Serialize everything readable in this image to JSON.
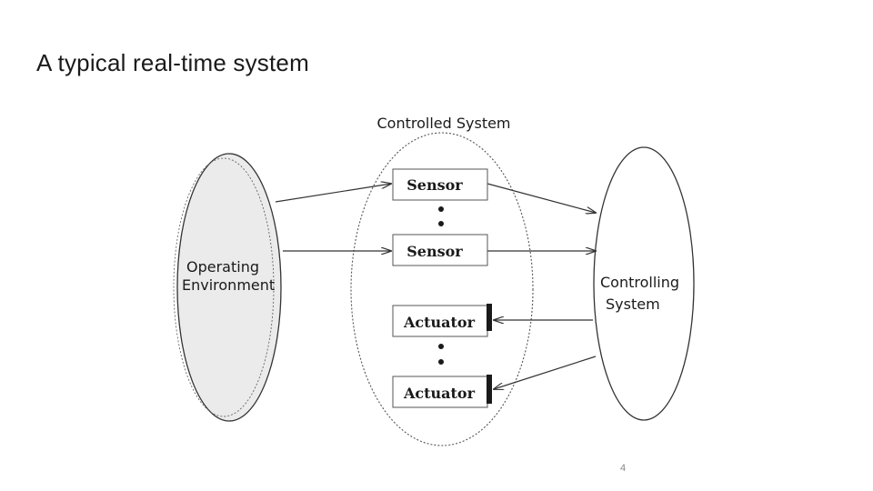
{
  "slide": {
    "title": "A typical real-time system",
    "page_number": "4"
  },
  "diagram": {
    "controlled_system_label": "Controlled System",
    "operating_environment_label": [
      "Operating",
      "Environment"
    ],
    "controlling_system_label": [
      "Controlling",
      "System"
    ],
    "sensors": [
      "Sensor",
      "Sensor"
    ],
    "actuators": [
      "Actuator",
      "Actuator"
    ],
    "colors": {
      "environment_fill": "#ebebeb",
      "stroke": "#333333",
      "box_fill": "#ffffff"
    }
  }
}
